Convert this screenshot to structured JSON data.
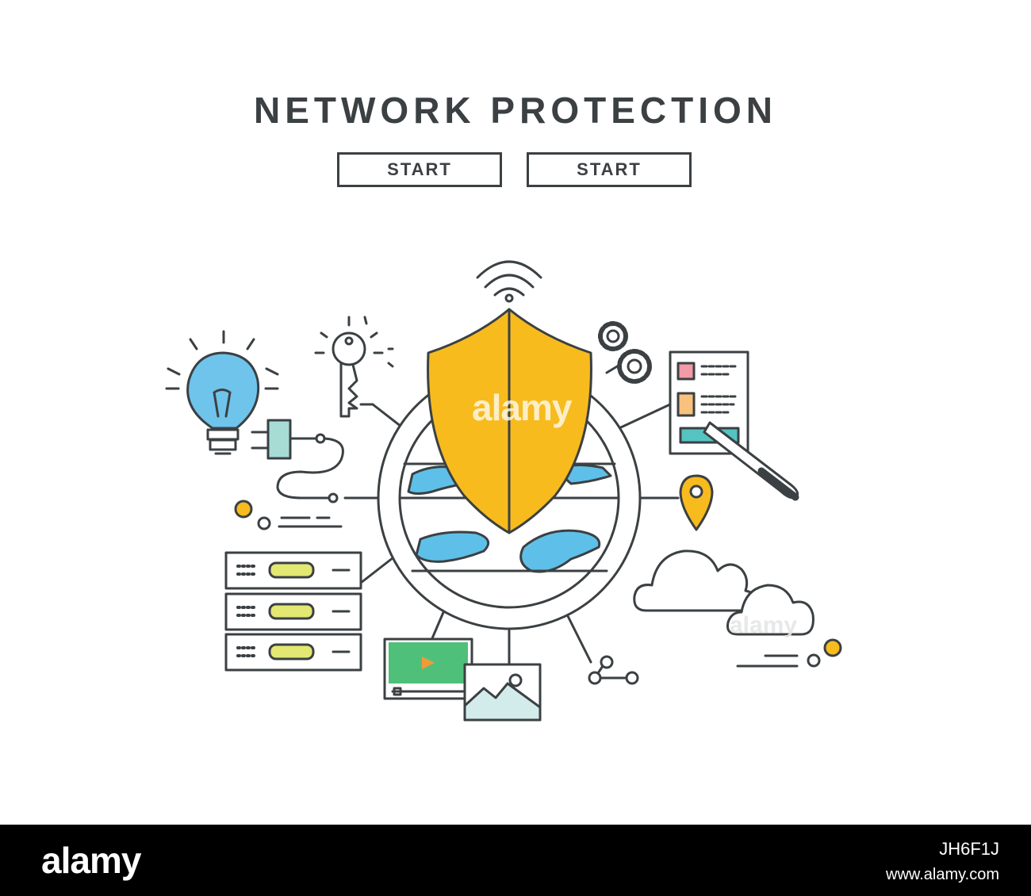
{
  "header": {
    "title": "NETWORK PROTECTION",
    "buttons": [
      "START",
      "START"
    ]
  },
  "illustration": {
    "watermark": "alamy",
    "icons": [
      "wifi-icon",
      "shield-icon",
      "globe-icon",
      "lightbulb-icon",
      "key-icon",
      "plug-icon",
      "gears-icon",
      "document-icon",
      "pen-icon",
      "location-pin-icon",
      "cloud-icon",
      "server-icon",
      "video-player-icon",
      "image-icon",
      "share-nodes-icon"
    ],
    "colors": {
      "stroke": "#3b4043",
      "shield": "#f7bb1e",
      "water": "#5ec0e8",
      "bulb": "#6fc4ec",
      "server_slot": "#e2e871",
      "video": "#4fc07a",
      "doc_pink": "#f29aa6",
      "doc_orange": "#f8c27e",
      "doc_teal": "#55c3c1",
      "pin": "#f7bb1e"
    }
  },
  "footer": {
    "logo": "alamy",
    "image_id": "JH6F1J",
    "url": "www.alamy.com"
  }
}
